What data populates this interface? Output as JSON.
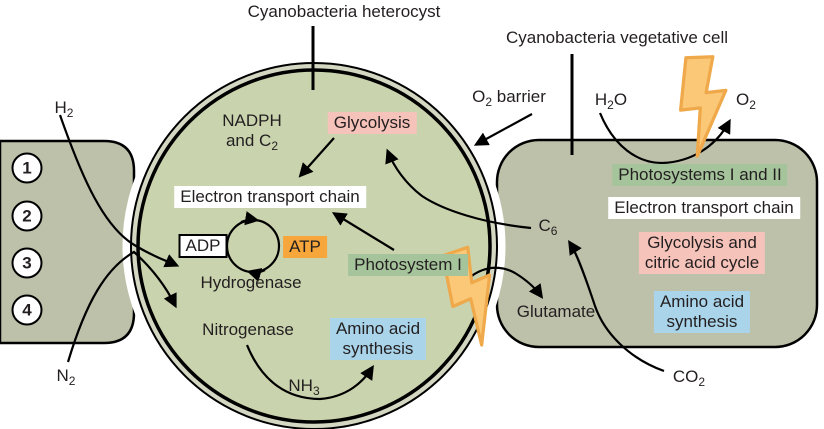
{
  "heterocyst": {
    "title": "Cyanobacteria heterocyst",
    "nadph": {
      "line1": "NADPH",
      "line2_main": "and C",
      "line2_sub": "2"
    },
    "glycolysis": "Glycolysis",
    "electron_transport_chain": "Electron transport chain",
    "adp": "ADP",
    "atp": "ATP",
    "hydrogenase": "Hydrogenase",
    "nitrogenase": "Nitrogenase",
    "photosystem_i": "Photosystem I",
    "amino_acid_synthesis": {
      "line1": "Amino acid",
      "line2": "synthesis"
    }
  },
  "vegetative": {
    "title": "Cyanobacteria vegetative cell",
    "photosystems": "Photosystems I and II",
    "electron_transport_chain": "Electron transport chain",
    "glycolysis_citric": {
      "line1": "Glycolysis and",
      "line2": "citric acid cycle"
    },
    "amino_acid_synthesis": {
      "line1": "Amino acid",
      "line2": "synthesis"
    }
  },
  "molecules": {
    "h2": {
      "main": "H",
      "sub": "2"
    },
    "n2": {
      "main": "N",
      "sub": "2"
    },
    "h2o": {
      "main": "H",
      "sub": "2",
      "post": "O"
    },
    "o2": {
      "main": "O",
      "sub": "2"
    },
    "o2_barrier": {
      "main": "O",
      "sub": "2",
      "post": " barrier"
    },
    "c6": {
      "main": "C",
      "sub": "6"
    },
    "co2": {
      "main": "CO",
      "sub": "2"
    },
    "nh3": {
      "main": "NH",
      "sub": "3"
    },
    "glutamate": "Glutamate"
  },
  "channel_markers": [
    "1",
    "2",
    "3",
    "4"
  ],
  "colors": {
    "cell_fill": "#bec1aa",
    "heterocyst_fill": "#c9d3ad",
    "membrane_gap": "#d4d7c2",
    "outline": "#000000",
    "highlight_pink": "#f6c3ba",
    "highlight_orange": "#f6a63a",
    "highlight_green": "#a5c49b",
    "highlight_blue": "#aad4ea",
    "bolt_fill": "#fbc878",
    "bolt_stroke": "#efa94a",
    "text": "#231f20"
  }
}
